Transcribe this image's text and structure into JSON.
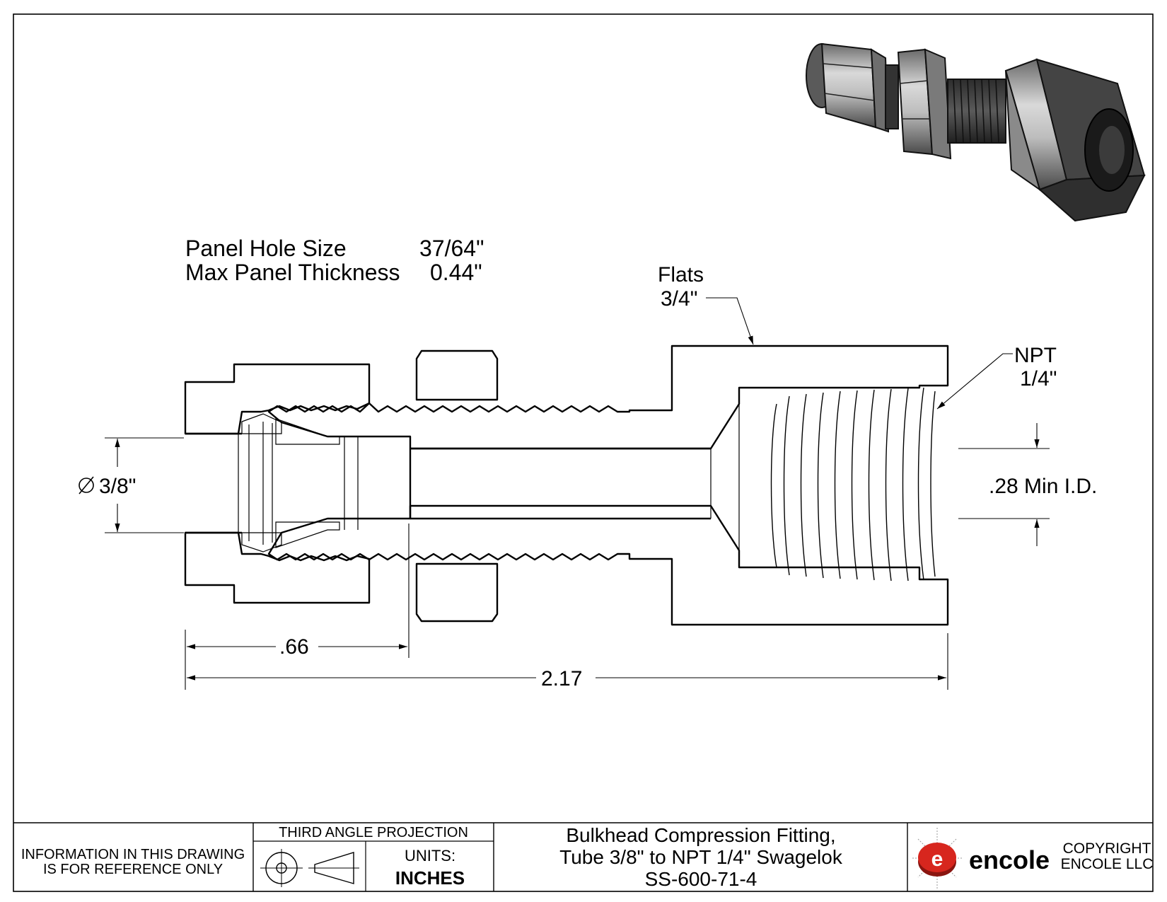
{
  "notes": {
    "panel_hole_label": "Panel Hole Size",
    "panel_hole_value": "37/64\"",
    "max_panel_label": "Max Panel Thickness",
    "max_panel_value": "0.44\""
  },
  "callouts": {
    "flats_title": "Flats",
    "flats_value": "3/4\"",
    "npt_title": "NPT",
    "npt_value": "1/4\"",
    "tube_diameter": "3/8\"",
    "min_id": ".28 Min I.D.",
    "dim_short": ".66",
    "dim_overall": "2.17"
  },
  "title_block": {
    "info_line1": "INFORMATION IN THIS DRAWING",
    "info_line2": "IS FOR REFERENCE ONLY",
    "projection_label": "THIRD ANGLE PROJECTION",
    "units_label": "UNITS:",
    "units_value": "INCHES",
    "title_line1": "Bulkhead Compression Fitting,",
    "title_line2": "Tube 3/8\" to NPT 1/4\" Swagelok",
    "title_line3": "SS-600-71-4",
    "brand_name": "encole",
    "copyright_line1": "COPYRIGHT",
    "copyright_line2": "ENCOLE  LLC",
    "logo_letter": "e"
  },
  "icons": {
    "diameter_symbol": "diameter-symbol-icon",
    "projection_symbol": "third-angle-projection-icon",
    "logo": "encole-logo-icon",
    "render": "fitting-3d-render"
  },
  "colors": {
    "ink": "#000000",
    "logo_red": "#d7261e",
    "metal_light": "#c8c8c8",
    "metal_dark": "#3a3a3a"
  }
}
